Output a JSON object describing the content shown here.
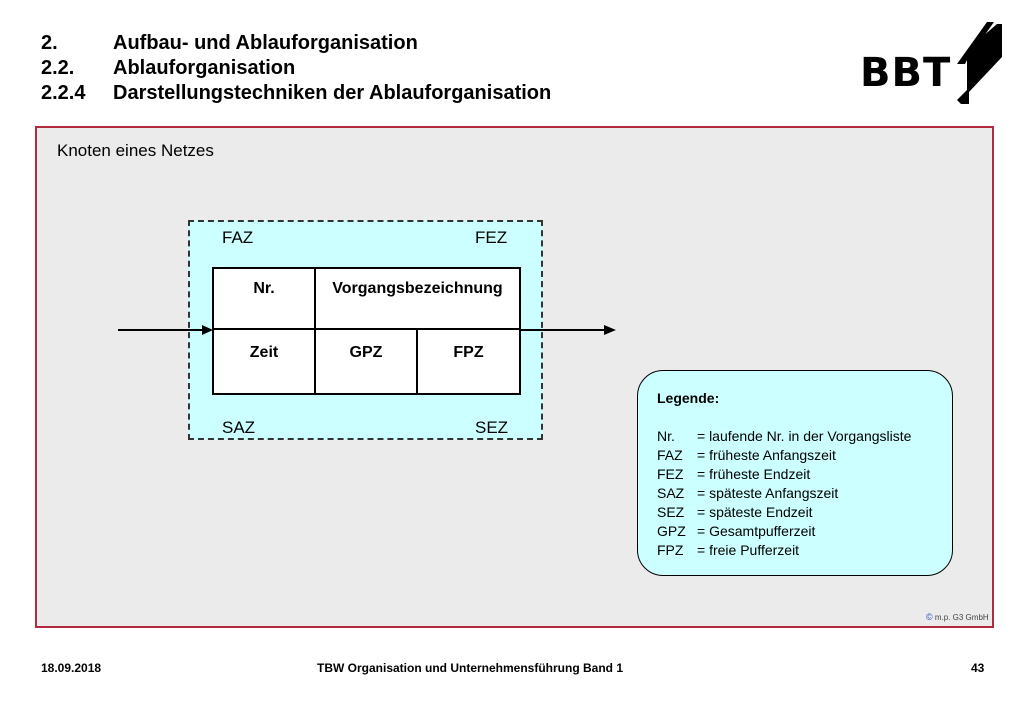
{
  "header": {
    "rows": [
      {
        "num": "2.",
        "text": "Aufbau- und Ablauforganisation"
      },
      {
        "num": "2.2.",
        "text": "Ablauforganisation"
      },
      {
        "num": "2.2.4",
        "text": "Darstellungstechniken der Ablauforganisation"
      }
    ],
    "logo_text": "BBT"
  },
  "subtitle": "Knoten eines Netzes",
  "node": {
    "faz": "FAZ",
    "fez": "FEZ",
    "saz": "SAZ",
    "sez": "SEZ",
    "nr": "Nr.",
    "vorgang": "Vorgangsbezeichnung",
    "zeit": "Zeit",
    "gpz": "GPZ",
    "fpz": "FPZ"
  },
  "legend": {
    "title": "Legende:",
    "items": [
      {
        "abbr": "Nr.",
        "desc": "= laufende Nr. in der Vorgangsliste"
      },
      {
        "abbr": "FAZ",
        "desc": "= früheste Anfangszeit"
      },
      {
        "abbr": "FEZ",
        "desc": "= früheste Endzeit"
      },
      {
        "abbr": "SAZ",
        "desc": "= späteste Anfangszeit"
      },
      {
        "abbr": "SEZ",
        "desc": "= späteste Endzeit"
      },
      {
        "abbr": "GPZ",
        "desc": "= Gesamtpufferzeit"
      },
      {
        "abbr": "FPZ",
        "desc": "= freie Pufferzeit"
      }
    ]
  },
  "copyright": {
    "symbol": "©",
    "text": "m.p. G3 GmbH"
  },
  "footer": {
    "date": "18.09.2018",
    "title": "TBW Organisation und Unternehmensführung Band 1",
    "page": "43"
  },
  "colors": {
    "frame": "#b22a3e",
    "cyan": "#ccffff",
    "panel": "#ebebeb"
  }
}
